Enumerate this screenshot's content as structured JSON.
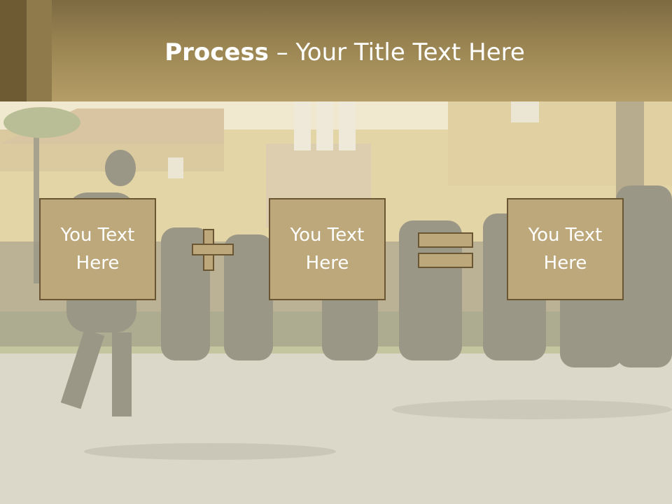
{
  "slide": {
    "title_bold": "Process",
    "title_rest": " – Your Title Text Here",
    "boxes": [
      {
        "line1": "You Text",
        "line2": "Here"
      },
      {
        "line1": "You Text",
        "line2": "Here"
      },
      {
        "line1": "You Text",
        "line2": "Here"
      }
    ],
    "operators": [
      "plus",
      "equals"
    ]
  },
  "colors": {
    "header": "#a38d58",
    "box_fill": "#bca87a",
    "box_border": "#6a5632",
    "text": "#ffffff"
  }
}
